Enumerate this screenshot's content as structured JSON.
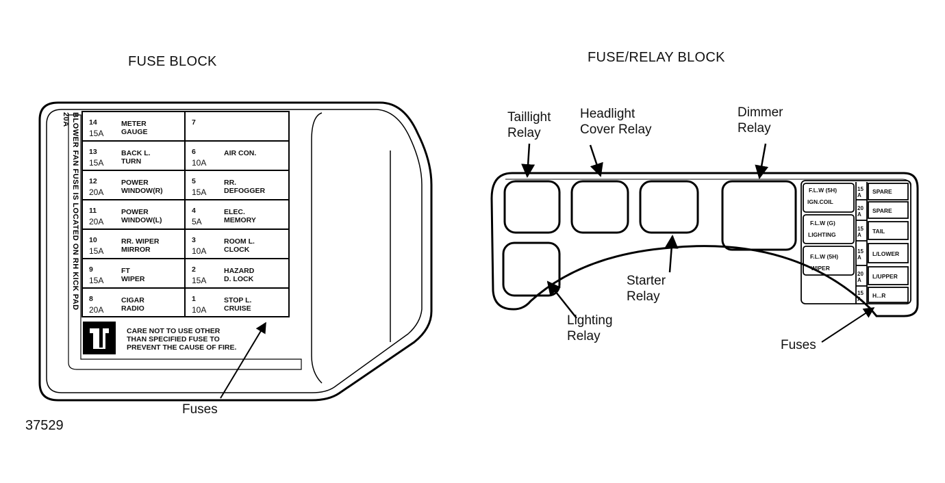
{
  "titles": {
    "fuse_block": "FUSE BLOCK",
    "fuse_relay_block": "FUSE/RELAY BLOCK"
  },
  "figure_number": "37529",
  "fuse_block": {
    "side_note": "BLOWER FAN FUSE IS LOCATED ON RH KICK PAD",
    "side_amp": "20A",
    "left_column": [
      {
        "num": "14",
        "amp": "15A",
        "l1": "METER",
        "l2": "GAUGE"
      },
      {
        "num": "13",
        "amp": "15A",
        "l1": "BACK L.",
        "l2": "TURN"
      },
      {
        "num": "12",
        "amp": "20A",
        "l1": "POWER",
        "l2": "WINDOW(R)"
      },
      {
        "num": "11",
        "amp": "20A",
        "l1": "POWER",
        "l2": "WINDOW(L)"
      },
      {
        "num": "10",
        "amp": "15A",
        "l1": "RR. WIPER",
        "l2": "MIRROR"
      },
      {
        "num": "9",
        "amp": "15A",
        "l1": "FT",
        "l2": "WIPER"
      },
      {
        "num": "8",
        "amp": "20A",
        "l1": "CIGAR",
        "l2": "RADIO"
      }
    ],
    "right_column": [
      {
        "num": "7",
        "amp": "",
        "l1": "",
        "l2": ""
      },
      {
        "num": "6",
        "amp": "10A",
        "l1": "AIR CON.",
        "l2": ""
      },
      {
        "num": "5",
        "amp": "15A",
        "l1": "RR.",
        "l2": "DEFOGGER"
      },
      {
        "num": "4",
        "amp": "5A",
        "l1": "ELEC.",
        "l2": "MEMORY"
      },
      {
        "num": "3",
        "amp": "10A",
        "l1": "ROOM L.",
        "l2": "CLOCK"
      },
      {
        "num": "2",
        "amp": "15A",
        "l1": "HAZARD",
        "l2": "D. LOCK"
      },
      {
        "num": "1",
        "amp": "10A",
        "l1": "STOP L.",
        "l2": "CRUISE"
      }
    ],
    "caution": [
      "CARE NOT TO USE OTHER",
      "THAN SPECIFIED FUSE TO",
      "PREVENT THE CAUSE OF FIRE."
    ],
    "callout": "Fuses"
  },
  "relay_block": {
    "callouts": {
      "taillight": [
        "Taillight",
        "Relay"
      ],
      "headlight": [
        "Headlight",
        "Cover Relay"
      ],
      "dimmer": [
        "Dimmer",
        "Relay"
      ],
      "starter": [
        "Starter",
        "Relay"
      ],
      "lighting": [
        "Lighting",
        "Relay"
      ],
      "fuses": "Fuses"
    },
    "fusible_links": [
      {
        "l1": "F.L.W (5H)",
        "l2": "IGN.COIL"
      },
      {
        "l1": "F.L.W (G)",
        "l2": "LIGHTING"
      },
      {
        "l1": "F.L.W (5H)",
        "l2": "WIPER"
      }
    ],
    "fuses": [
      {
        "amp": "15 A",
        "label": "SPARE"
      },
      {
        "amp": "20 A",
        "label": "SPARE"
      },
      {
        "amp": "15 A",
        "label": "TAIL"
      },
      {
        "amp": "15 A",
        "label": "L/LOWER"
      },
      {
        "amp": "20 A",
        "label": "L/UPPER"
      },
      {
        "amp": "15 A",
        "label": "H...R"
      }
    ]
  }
}
